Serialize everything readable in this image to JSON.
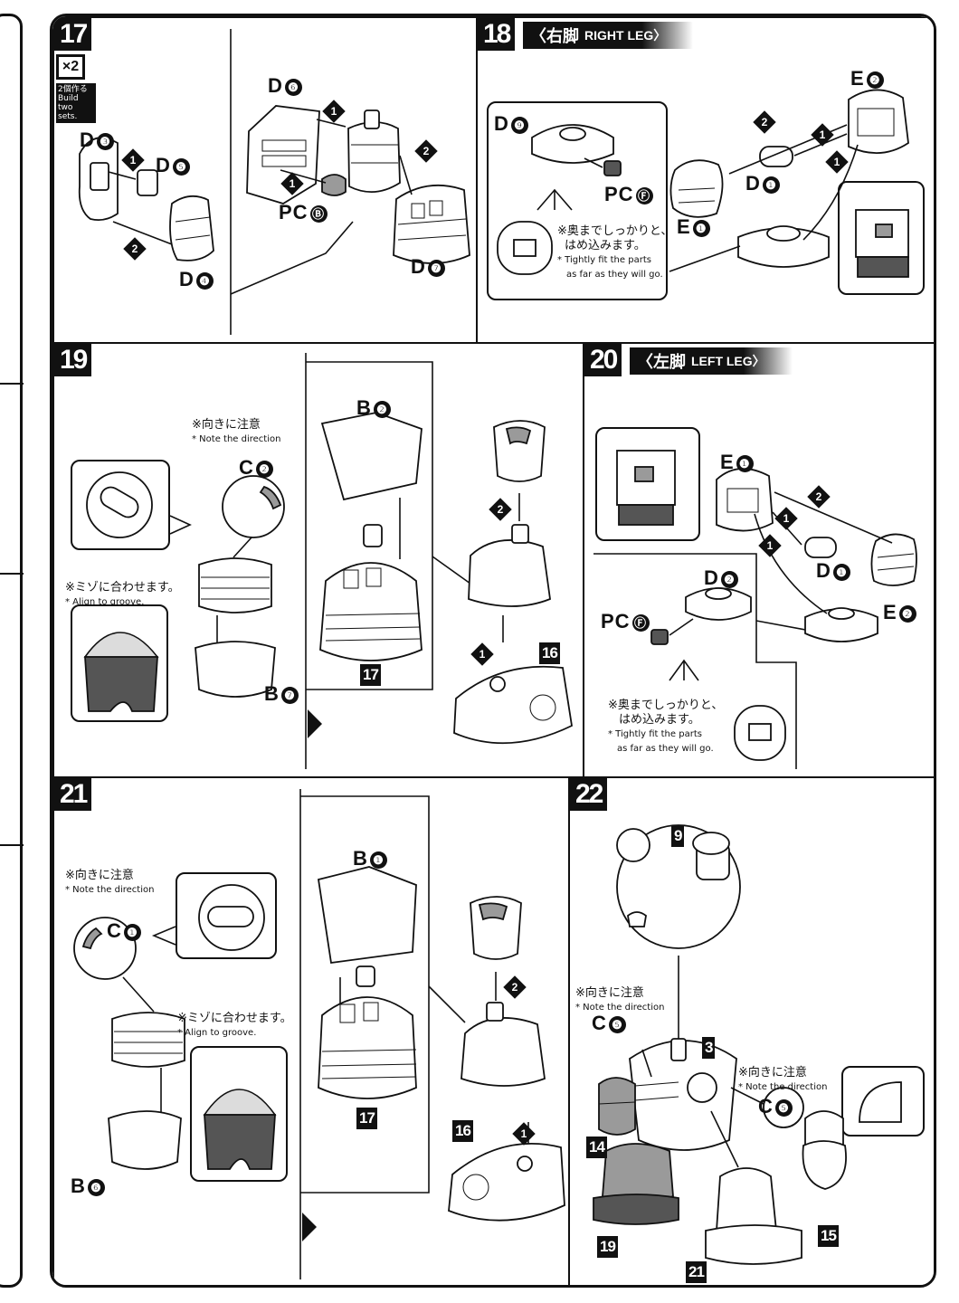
{
  "steps": {
    "s17": {
      "number": "17",
      "multiplier": "×2",
      "build_note": "2個作る Build two sets.",
      "parts": {
        "d3": "D",
        "d3n": "❸",
        "d5": "D",
        "d5n": "❺",
        "d4": "D",
        "d4n": "❹",
        "d6": "D",
        "d6n": "❻",
        "pc8": "PC",
        "pc8n": "Ⓑ",
        "d7": "D",
        "d7n": "❼"
      },
      "order": [
        "1",
        "2",
        "1",
        "1",
        "2"
      ]
    },
    "s18": {
      "number": "18",
      "title_jp": "〈右脚",
      "title_en": "RIGHT LEG〉",
      "parts": {
        "e2": "E",
        "e2n": "❷",
        "d9": "D",
        "d9n": "❾",
        "pcf": "PC",
        "pcfn": "Ⓕ",
        "d1": "D",
        "d1n": "❶",
        "e1": "E",
        "e1n": "❶"
      },
      "order": [
        "2",
        "1",
        "1"
      ],
      "note_jp": "※奥までしっかりと、",
      "note_jp2": "はめ込みます。",
      "note_en": "* Tightly fit the parts",
      "note_en2": "as far as they will go."
    },
    "s19": {
      "number": "19",
      "parts": {
        "b2": "B",
        "b2n": "❷",
        "c2": "C",
        "c2n": "❷",
        "b7": "B",
        "b7n": "❼"
      },
      "dir_jp": "※向きに注意",
      "dir_en": "* Note the direction",
      "groove_jp": "※ミゾに合わせます。",
      "groove_en": "* Align to groove.",
      "refs": [
        "17",
        "16"
      ],
      "order": [
        "2",
        "1"
      ]
    },
    "s20": {
      "number": "20",
      "title_jp": "〈左脚",
      "title_en": "LEFT LEG〉",
      "parts": {
        "e1": "E",
        "e1n": "❶",
        "d1": "D",
        "d1n": "❶",
        "e2": "E",
        "e2n": "❷",
        "d2": "D",
        "d2n": "❷",
        "pcf": "PC",
        "pcfn": "Ⓕ"
      },
      "order": [
        "2",
        "1",
        "1"
      ],
      "note_jp": "※奥までしっかりと、",
      "note_jp2": "はめ込みます。",
      "note_en": "* Tightly fit the parts",
      "note_en2": "as far as they will go."
    },
    "s21": {
      "number": "21",
      "parts": {
        "b1": "B",
        "b1n": "❶",
        "c1": "C",
        "c1n": "❶",
        "b6": "B",
        "b6n": "❻"
      },
      "dir_jp": "※向きに注意",
      "dir_en": "* Note the direction",
      "groove_jp": "※ミゾに合わせます。",
      "groove_en": "* Align to groove.",
      "refs": [
        "17",
        "16"
      ],
      "order": [
        "2",
        "1"
      ]
    },
    "s22": {
      "number": "22",
      "parts": {
        "c5a": "C",
        "c5an": "❺",
        "c5b": "C",
        "c5bn": "❺"
      },
      "dir_jp": "※向きに注意",
      "dir_en": "* Note the direction",
      "dir_jp2": "※向きに注意",
      "dir_en2": "* Note the direction",
      "refs": [
        "9",
        "3",
        "14",
        "19",
        "21",
        "15"
      ]
    }
  },
  "icons": [
    "step-arrow-icon"
  ]
}
